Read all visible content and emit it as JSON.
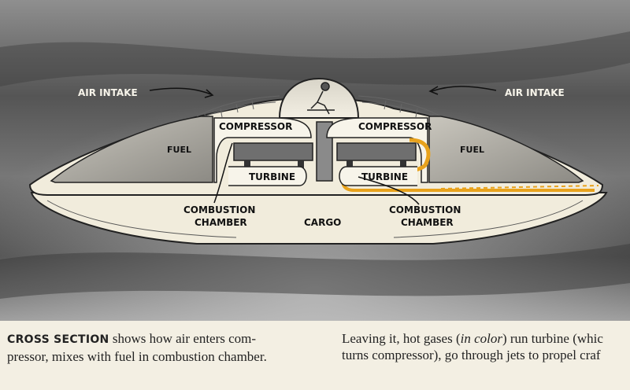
{
  "diagram": {
    "labels": {
      "air_intake_left": "AIR INTAKE",
      "air_intake_right": "AIR INTAKE",
      "compressor_left": "COMPRESSOR",
      "compressor_right": "COMPRESSOR",
      "fuel_left": "FUEL",
      "fuel_right": "FUEL",
      "turbine_left": "TURBINE",
      "turbine_right": "TURBINE",
      "combustion_left_1": "COMBUSTION",
      "combustion_left_2": "CHAMBER",
      "combustion_right_1": "COMBUSTION",
      "combustion_right_2": "CHAMBER",
      "cargo": "CARGO"
    },
    "colors": {
      "hot_gas": "#e8a21c",
      "hull": "#f1ecdc",
      "background_sky": "#6d6d6d"
    }
  },
  "caption": {
    "left": {
      "heading": "CROSS SECTION",
      "line1_rest": " shows how air enters com-",
      "line2": "pressor, mixes with fuel in combustion chamber."
    },
    "right": {
      "line1_before": "Leaving it, hot gases (",
      "line1_italic": "in color",
      "line1_after": ") run turbine (whic",
      "line2": "turns compressor), go through jets to propel craf"
    }
  }
}
